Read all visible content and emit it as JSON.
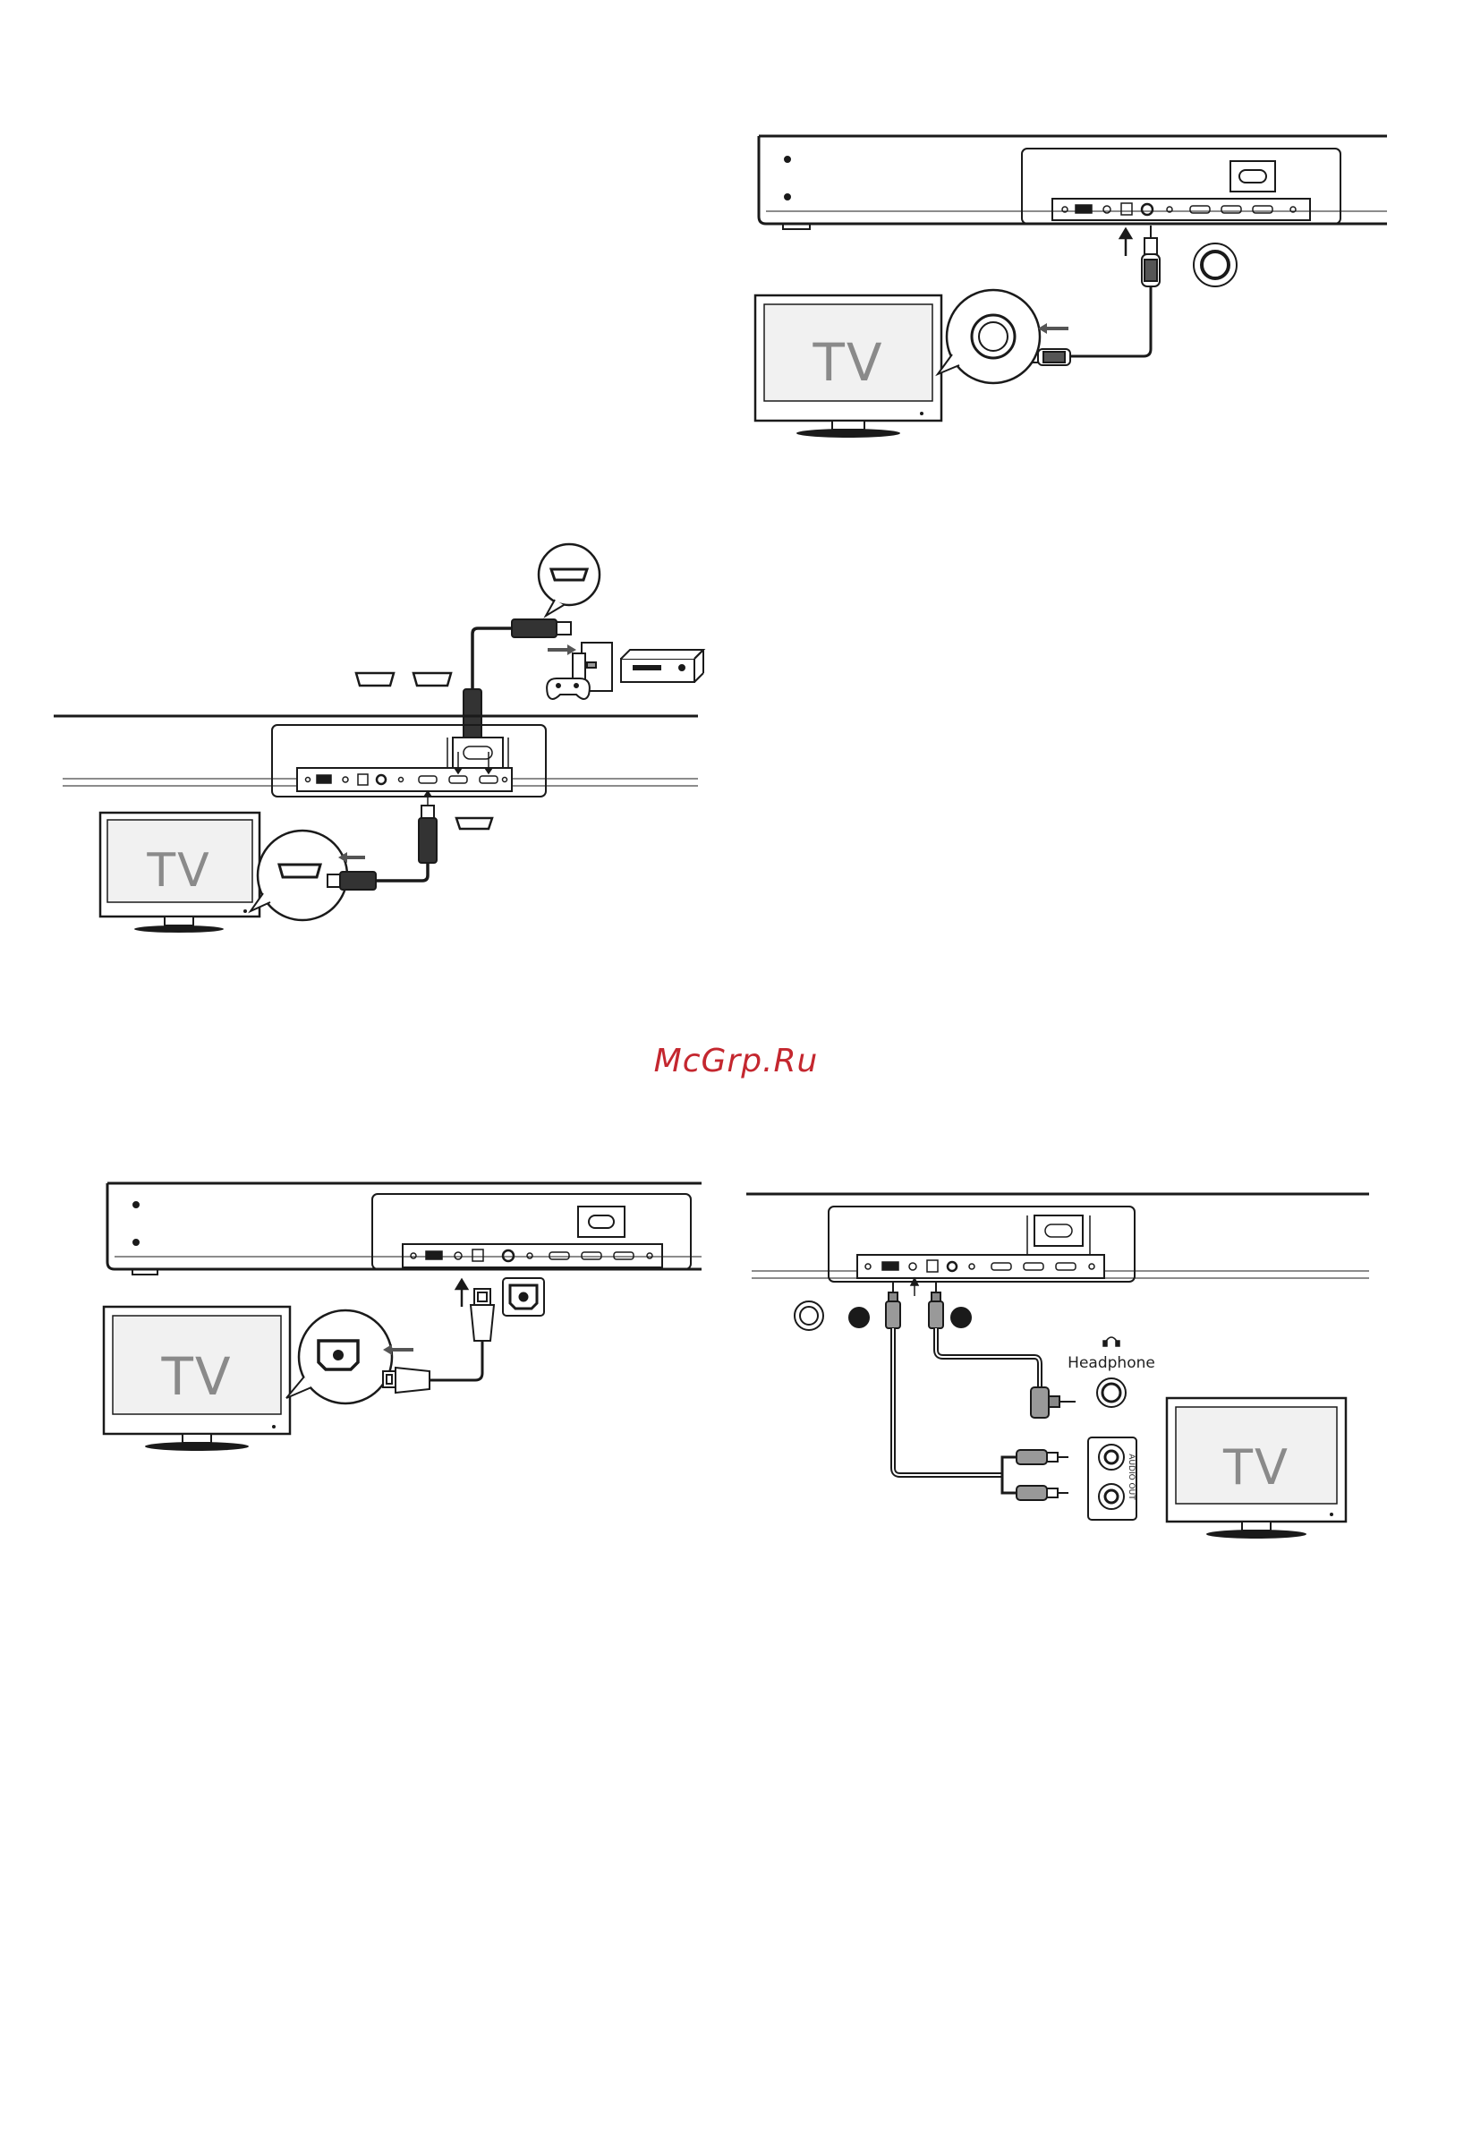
{
  "tv_label": "TV",
  "headphone_label": "Headphone",
  "audio_out_label": "AUDIO OUT",
  "watermark": "McGrp.Ru",
  "colors": {
    "line": "#1a1a1a",
    "tv_text": "#8a8a8a",
    "watermark": "#c4272f"
  },
  "diagrams": [
    {
      "name": "coaxial-connection",
      "icons": [
        "soundbar",
        "coaxial-cable",
        "tv",
        "arrow-up-icon",
        "arrow-left-icon"
      ]
    },
    {
      "name": "hdmi-connection",
      "icons": [
        "hdmi-port-icon",
        "hdmi-cable",
        "game-controller-icon",
        "console-icon",
        "dvd-player-icon",
        "tv"
      ]
    },
    {
      "name": "optical-connection",
      "icons": [
        "optical-port-icon",
        "optical-cable",
        "tv"
      ]
    },
    {
      "name": "aux-headphone-connection",
      "icons": [
        "headphone-icon",
        "rca-cable",
        "aux-cable",
        "tv"
      ]
    }
  ]
}
